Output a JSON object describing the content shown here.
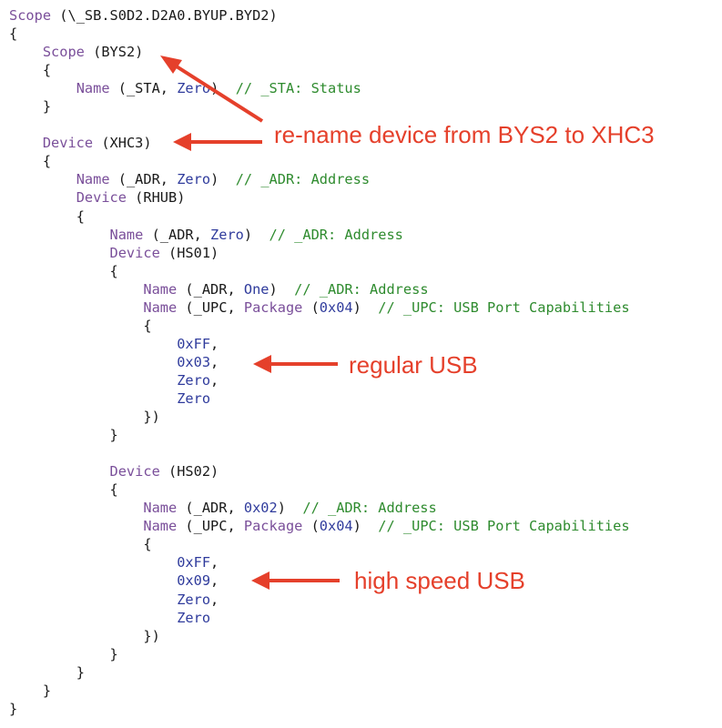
{
  "colors": {
    "keyword": "#7a4f9a",
    "constant": "#2f3b9c",
    "comment": "#2e8b2e",
    "plain": "#1a1a1a",
    "annotation": "#e5402b"
  },
  "code_lines": [
    {
      "indent": 0,
      "tokens": [
        {
          "t": "kw",
          "v": "Scope"
        },
        {
          "t": "pl",
          "v": " (\\_SB.S0D2.D2A0.BYUP.BYD2)"
        }
      ]
    },
    {
      "indent": 0,
      "tokens": [
        {
          "t": "pl",
          "v": "{"
        }
      ]
    },
    {
      "indent": 1,
      "tokens": [
        {
          "t": "kw",
          "v": "Scope"
        },
        {
          "t": "pl",
          "v": " (BYS2)"
        }
      ]
    },
    {
      "indent": 1,
      "tokens": [
        {
          "t": "pl",
          "v": "{"
        }
      ]
    },
    {
      "indent": 2,
      "tokens": [
        {
          "t": "kw",
          "v": "Name"
        },
        {
          "t": "pl",
          "v": " (_STA, "
        },
        {
          "t": "num",
          "v": "Zero"
        },
        {
          "t": "pl",
          "v": ")  "
        },
        {
          "t": "cm",
          "v": "// _STA: Status"
        }
      ]
    },
    {
      "indent": 1,
      "tokens": [
        {
          "t": "pl",
          "v": "}"
        }
      ]
    },
    {
      "indent": 0,
      "tokens": []
    },
    {
      "indent": 1,
      "tokens": [
        {
          "t": "kw",
          "v": "Device"
        },
        {
          "t": "pl",
          "v": " (XHC3)"
        }
      ]
    },
    {
      "indent": 1,
      "tokens": [
        {
          "t": "pl",
          "v": "{"
        }
      ]
    },
    {
      "indent": 2,
      "tokens": [
        {
          "t": "kw",
          "v": "Name"
        },
        {
          "t": "pl",
          "v": " (_ADR, "
        },
        {
          "t": "num",
          "v": "Zero"
        },
        {
          "t": "pl",
          "v": ")  "
        },
        {
          "t": "cm",
          "v": "// _ADR: Address"
        }
      ]
    },
    {
      "indent": 2,
      "tokens": [
        {
          "t": "kw",
          "v": "Device"
        },
        {
          "t": "pl",
          "v": " (RHUB)"
        }
      ]
    },
    {
      "indent": 2,
      "tokens": [
        {
          "t": "pl",
          "v": "{"
        }
      ]
    },
    {
      "indent": 3,
      "tokens": [
        {
          "t": "kw",
          "v": "Name"
        },
        {
          "t": "pl",
          "v": " (_ADR, "
        },
        {
          "t": "num",
          "v": "Zero"
        },
        {
          "t": "pl",
          "v": ")  "
        },
        {
          "t": "cm",
          "v": "// _ADR: Address"
        }
      ]
    },
    {
      "indent": 3,
      "tokens": [
        {
          "t": "kw",
          "v": "Device"
        },
        {
          "t": "pl",
          "v": " (HS01)"
        }
      ]
    },
    {
      "indent": 3,
      "tokens": [
        {
          "t": "pl",
          "v": "{"
        }
      ]
    },
    {
      "indent": 4,
      "tokens": [
        {
          "t": "kw",
          "v": "Name"
        },
        {
          "t": "pl",
          "v": " (_ADR, "
        },
        {
          "t": "num",
          "v": "One"
        },
        {
          "t": "pl",
          "v": ")  "
        },
        {
          "t": "cm",
          "v": "// _ADR: Address"
        }
      ]
    },
    {
      "indent": 4,
      "tokens": [
        {
          "t": "kw",
          "v": "Name"
        },
        {
          "t": "pl",
          "v": " (_UPC, "
        },
        {
          "t": "kw",
          "v": "Package"
        },
        {
          "t": "pl",
          "v": " ("
        },
        {
          "t": "num",
          "v": "0x04"
        },
        {
          "t": "pl",
          "v": ")  "
        },
        {
          "t": "cm",
          "v": "// _UPC: USB Port Capabilities"
        }
      ]
    },
    {
      "indent": 4,
      "tokens": [
        {
          "t": "pl",
          "v": "{"
        }
      ]
    },
    {
      "indent": 5,
      "tokens": [
        {
          "t": "num",
          "v": "0xFF"
        },
        {
          "t": "pl",
          "v": ","
        }
      ]
    },
    {
      "indent": 5,
      "tokens": [
        {
          "t": "num",
          "v": "0x03"
        },
        {
          "t": "pl",
          "v": ","
        }
      ]
    },
    {
      "indent": 5,
      "tokens": [
        {
          "t": "num",
          "v": "Zero"
        },
        {
          "t": "pl",
          "v": ","
        }
      ]
    },
    {
      "indent": 5,
      "tokens": [
        {
          "t": "num",
          "v": "Zero"
        }
      ]
    },
    {
      "indent": 4,
      "tokens": [
        {
          "t": "pl",
          "v": "})"
        }
      ]
    },
    {
      "indent": 3,
      "tokens": [
        {
          "t": "pl",
          "v": "}"
        }
      ]
    },
    {
      "indent": 0,
      "tokens": []
    },
    {
      "indent": 3,
      "tokens": [
        {
          "t": "kw",
          "v": "Device"
        },
        {
          "t": "pl",
          "v": " (HS02)"
        }
      ]
    },
    {
      "indent": 3,
      "tokens": [
        {
          "t": "pl",
          "v": "{"
        }
      ]
    },
    {
      "indent": 4,
      "tokens": [
        {
          "t": "kw",
          "v": "Name"
        },
        {
          "t": "pl",
          "v": " (_ADR, "
        },
        {
          "t": "num",
          "v": "0x02"
        },
        {
          "t": "pl",
          "v": ")  "
        },
        {
          "t": "cm",
          "v": "// _ADR: Address"
        }
      ]
    },
    {
      "indent": 4,
      "tokens": [
        {
          "t": "kw",
          "v": "Name"
        },
        {
          "t": "pl",
          "v": " (_UPC, "
        },
        {
          "t": "kw",
          "v": "Package"
        },
        {
          "t": "pl",
          "v": " ("
        },
        {
          "t": "num",
          "v": "0x04"
        },
        {
          "t": "pl",
          "v": ")  "
        },
        {
          "t": "cm",
          "v": "// _UPC: USB Port Capabilities"
        }
      ]
    },
    {
      "indent": 4,
      "tokens": [
        {
          "t": "pl",
          "v": "{"
        }
      ]
    },
    {
      "indent": 5,
      "tokens": [
        {
          "t": "num",
          "v": "0xFF"
        },
        {
          "t": "pl",
          "v": ","
        }
      ]
    },
    {
      "indent": 5,
      "tokens": [
        {
          "t": "num",
          "v": "0x09"
        },
        {
          "t": "pl",
          "v": ","
        }
      ]
    },
    {
      "indent": 5,
      "tokens": [
        {
          "t": "num",
          "v": "Zero"
        },
        {
          "t": "pl",
          "v": ","
        }
      ]
    },
    {
      "indent": 5,
      "tokens": [
        {
          "t": "num",
          "v": "Zero"
        }
      ]
    },
    {
      "indent": 4,
      "tokens": [
        {
          "t": "pl",
          "v": "})"
        }
      ]
    },
    {
      "indent": 3,
      "tokens": [
        {
          "t": "pl",
          "v": "}"
        }
      ]
    },
    {
      "indent": 2,
      "tokens": [
        {
          "t": "pl",
          "v": "}"
        }
      ]
    },
    {
      "indent": 1,
      "tokens": [
        {
          "t": "pl",
          "v": "}"
        }
      ]
    },
    {
      "indent": 0,
      "tokens": [
        {
          "t": "pl",
          "v": "}"
        }
      ]
    }
  ],
  "annotations": {
    "rename": "re-name device from BYS2 to XHC3",
    "regular": "regular USB",
    "high_speed": "high speed USB"
  }
}
